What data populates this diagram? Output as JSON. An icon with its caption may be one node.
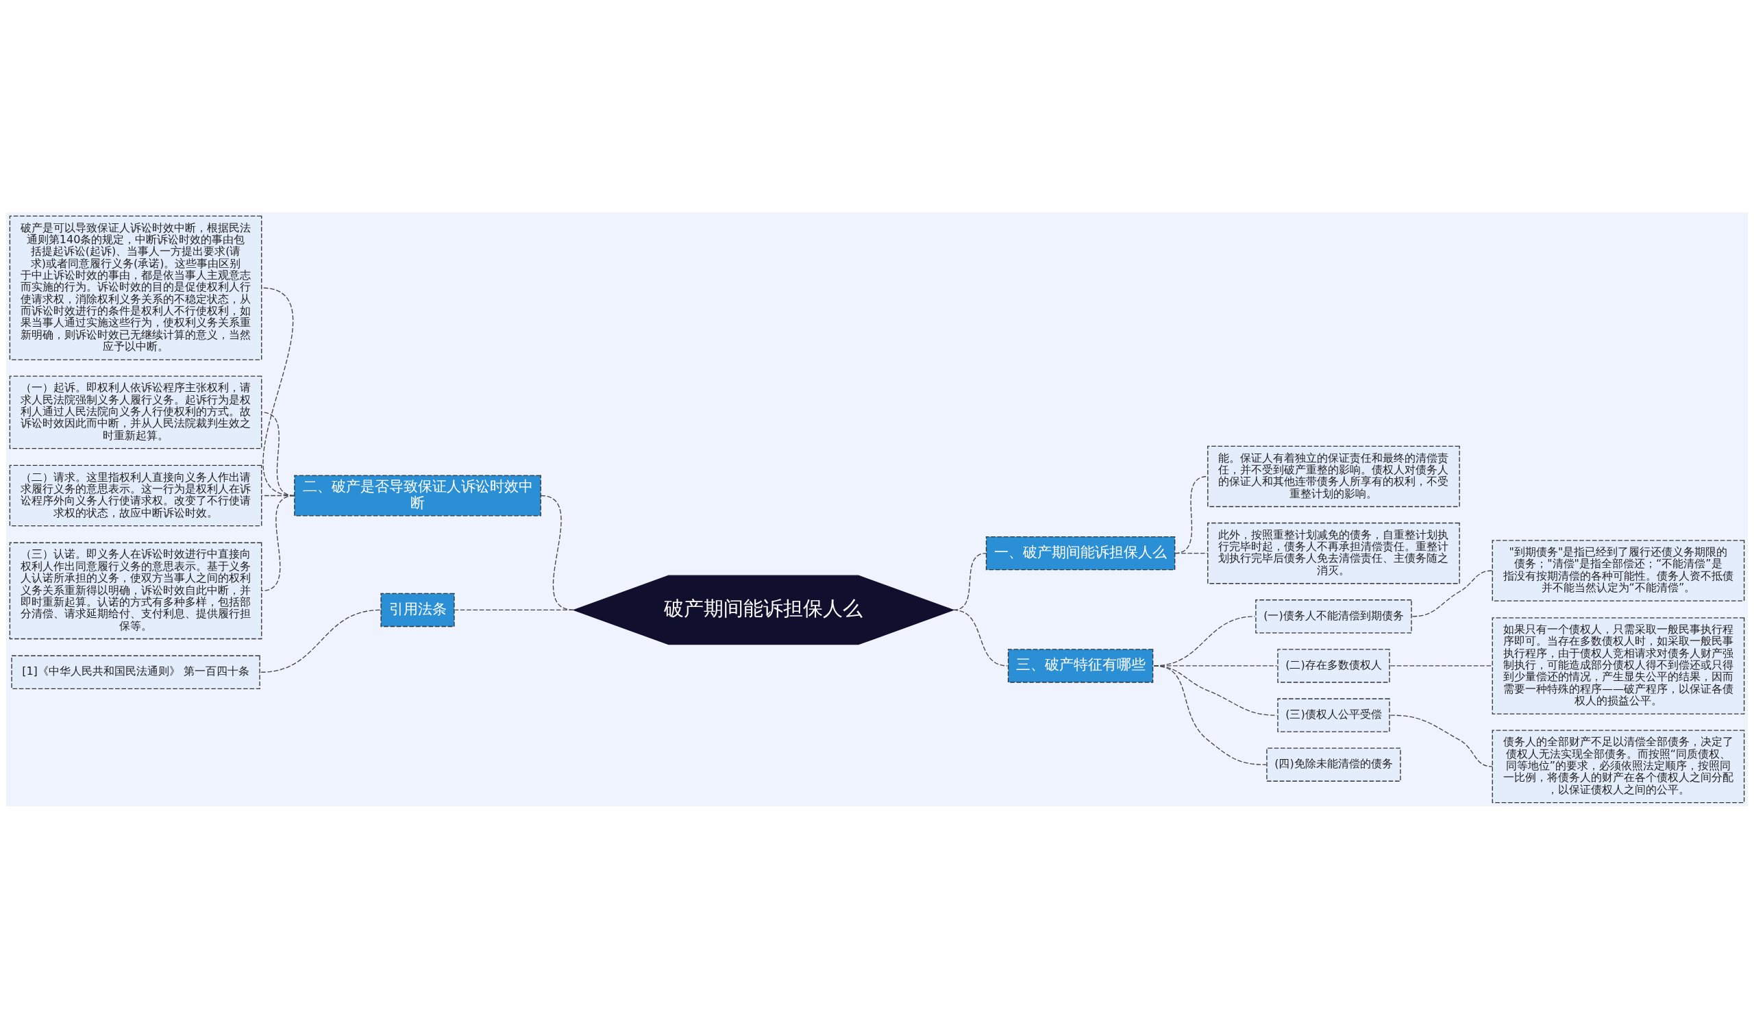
{
  "diagram": {
    "nodes": [
      {
        "text": [
          "破产期间能诉担保人么"
        ]
      },
      {
        "text": [
          "一、破产期间能诉担保人么"
        ]
      },
      {
        "text": [
          "能。保证人有着独立的保证责任和最终的清偿责任，并不受到破产重整的影响。债权人对债务人的保证人和其他连带债务人所享有的权利，不受重整计划的影响。"
        ]
      },
      {
        "text": [
          "此外，按照重整计划减免的债务，自重整计划执行完毕时起，债务人不再承担清偿责任。重整计划执行完毕后债务人免去清偿责任、主债务随之消灭。"
        ]
      },
      {
        "text": [
          "三、破产特征有哪些"
        ]
      },
      {
        "text": [
          "(一)债务人不能清偿到期债务"
        ]
      },
      {
        "text": [
          "\"到期债务\"是指已经到了履行还债义务期限的债务；\"清偿\"是指全部偿还；“不能清偿”是指没有按期清偿的各种可能性。债务人资不抵债并不能当然认定为“不能清偿”。"
        ]
      },
      {
        "text": [
          "(二)存在多数债权人"
        ]
      },
      {
        "text": [
          "如果只有一个债权人，只需采取一般民事执行程序即可。当存在多数债权人时，如采取一般民事执行程序，由于债权人竞相请求对债务人财产强制执行，可能造成部分债权人得不到偿还或只得到少量偿还的情况，产生显失公平的结果，因而需要一种特殊的程序——破产程序，以保证各债权人的损益公平。"
        ]
      },
      {
        "text": [
          "(三)债权人公平受偿"
        ]
      },
      {
        "text": [
          "债务人的全部财产不足以清偿全部债务，决定了债权人无法实现全部债务。而按照“同质债权、同等地位”的要求，必须依照法定顺序，按照同一比例，将债务人的财产在各个债权人之间分配，以保证债权人之间的公平。"
        ]
      },
      {
        "text": [
          "(四)免除未能清偿的债务"
        ]
      },
      {
        "text": [
          "二、破产是否导致保证人诉讼时效中断"
        ]
      },
      {
        "text": [
          "破产是可以导致保证人诉讼时效中断，根据民法通则第140条的规定，中断诉讼时效的事由包括提起诉讼(起诉)、当事人一方提出要求(请求)或者同意履行义务(承诺)。这些事由区别于中止诉讼时效的事由，都是依当事人主观意志而实施的行为。诉讼时效的目的是促使权利人行使请求权，消除权利义务关系的不稳定状态，从而诉讼时效进行的条件是权利人不行使权利，如果当事人通过实施这些行为，使权利义务关系重新明确，则诉讼时效已无继续计算的意义，当然应予以中断。"
        ]
      },
      {
        "text": [
          "（一）起诉。即权利人依诉讼程序主张权利，请求人民法院强制义务人履行义务。起诉行为是权利人通过人民法院向义务人行使权利的方式。故诉讼时效因此而中断，并从人民法院裁判生效之时重新起算。"
        ]
      },
      {
        "text": [
          "（二）请求。这里指权利人直接向义务人作出请求履行义务的意思表示。这一行为是权利人在诉讼程序外向义务人行使请求权。改变了不行使请求权的状态，故应中断诉讼时效。"
        ]
      },
      {
        "text": [
          "（三）认诺。即义务人在诉讼时效进行中直接向权利人作出同意履行义务的意思表示。基于义务人认诺所承担的义务，使双方当事人之间的权利义务关系重新得以明确，诉讼时效自此中断，并即时重新起算。认诺的方式有多种多样，包括部分清偿、请求延期给付、支付利息、提供履行担保等。"
        ]
      },
      {
        "text": [
          "引用法条"
        ]
      },
      {
        "text": [
          "[1]《中华人民共和国民法通则》 第一百四十条"
        ]
      }
    ],
    "edges": [
      {
        "from": 0,
        "to": 1,
        "arrow": "none",
        "style": "dashed"
      },
      {
        "from": 1,
        "to": 2,
        "arrow": "none",
        "style": "dashed"
      },
      {
        "from": 1,
        "to": 3,
        "arrow": "none",
        "style": "dashed"
      },
      {
        "from": 0,
        "to": 4,
        "arrow": "none",
        "style": "dashed"
      },
      {
        "from": 4,
        "to": 5,
        "arrow": "none",
        "style": "dashed"
      },
      {
        "from": 5,
        "to": 6,
        "arrow": "none",
        "style": "dashed"
      },
      {
        "from": 4,
        "to": 7,
        "arrow": "none",
        "style": "dashed"
      },
      {
        "from": 7,
        "to": 8,
        "arrow": "none",
        "style": "dashed"
      },
      {
        "from": 4,
        "to": 9,
        "arrow": "none",
        "style": "dashed"
      },
      {
        "from": 9,
        "to": 10,
        "arrow": "none",
        "style": "dashed"
      },
      {
        "from": 4,
        "to": 11,
        "arrow": "none",
        "style": "dashed"
      },
      {
        "from": 0,
        "to": 12,
        "arrow": "none",
        "style": "dashed"
      },
      {
        "from": 12,
        "to": 13,
        "arrow": "none",
        "style": "dashed"
      },
      {
        "from": 12,
        "to": 14,
        "arrow": "none",
        "style": "dashed"
      },
      {
        "from": 12,
        "to": 15,
        "arrow": "none",
        "style": "dashed"
      },
      {
        "from": 12,
        "to": 16,
        "arrow": "none",
        "style": "dashed"
      },
      {
        "from": 0,
        "to": 17,
        "arrow": "none",
        "style": "dashed"
      },
      {
        "from": 17,
        "to": 18,
        "arrow": "none",
        "style": "dashed"
      }
    ]
  }
}
